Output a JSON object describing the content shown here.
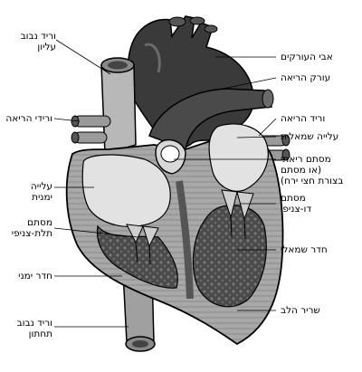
{
  "labels": {
    "svc": [
      "וריד נבוב",
      "עליון"
    ],
    "aorta": "אבי העורקים",
    "pulm_artery": "עורק הריאה",
    "pulm_veins_right": "ורידי הריאה",
    "pulm_vein_left": "וריד הריאה",
    "left_atrium": "עלייה שמאלית",
    "mitral_valve": [
      "מסתם ריאתי",
      "(או מסתם",
      "בצורת חצי ירח)"
    ],
    "right_atrium": [
      "עלייה",
      "ימנית"
    ],
    "bicuspid": [
      "מסתם",
      "דו-צניפי"
    ],
    "tricuspid": [
      "מסתם",
      "תלת-צניפי"
    ],
    "left_ventricle": "חדר שמאלי",
    "right_ventricle": "חדר ימני",
    "myocardium": "שריר הלב",
    "ivc": [
      "וריד נבוב",
      "תחתון"
    ]
  },
  "colors": {
    "ink": "#000000",
    "dark_vessel": "#3a3a3a",
    "mid_gray": "#8a8a8a",
    "light_gray": "#c4c4c4",
    "chamber": "#e2e2e2",
    "wall": "#9a9a9a"
  }
}
